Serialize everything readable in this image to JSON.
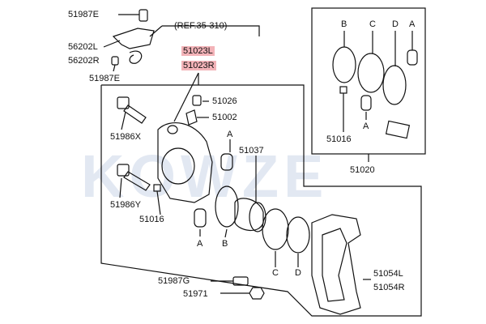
{
  "diagram": {
    "watermark": "KOWZE",
    "labels": {
      "p51987E_top": "51987E",
      "p56202L": "56202L",
      "p56202R": "56202R",
      "p51987E_bottom": "51987E",
      "ref": "(REF.35-310)",
      "p51023L": "51023L",
      "p51023R": "51023R",
      "p51026": "51026",
      "p51002": "51002",
      "p51986X": "51986X",
      "p51037": "51037",
      "p51986Y": "51986Y",
      "p51016": "51016",
      "p51987G": "51987G",
      "p51971": "51971",
      "p51054L": "51054L",
      "p51054R": "51054R",
      "kit_p51016": "51016",
      "kit_p51020": "51020",
      "kit_A1": "A",
      "kit_B": "B",
      "kit_C": "C",
      "kit_D": "D",
      "kit_A2": "A",
      "main_A1": "A",
      "main_A2": "A",
      "main_B": "B",
      "main_C": "C",
      "main_D": "D"
    },
    "colors": {
      "highlight": "#f3b3b8",
      "line": "#111111",
      "watermark": "#1e4b9b"
    }
  }
}
